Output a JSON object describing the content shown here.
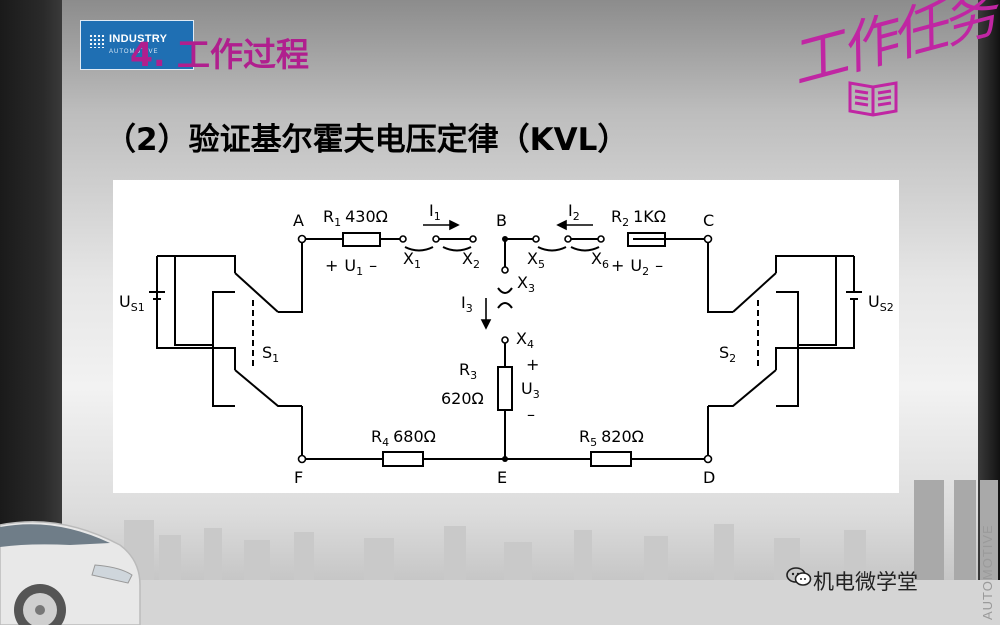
{
  "logo": {
    "title": "INDUSTRY",
    "subtitle": "AUTOMOTIVE"
  },
  "heading": "4. 工作过程",
  "stamp": "工作任务",
  "subheading": "（2）验证基尔霍夫电压定律（KVL）",
  "circuit": {
    "nodes": {
      "A": "A",
      "B": "B",
      "C": "C",
      "D": "D",
      "E": "E",
      "F": "F"
    },
    "sources": {
      "us1": "U",
      "us1_sub": "S1",
      "us2": "U",
      "us2_sub": "S2"
    },
    "switches": {
      "s1": "S",
      "s1_sub": "1",
      "s2": "S",
      "s2_sub": "2"
    },
    "resistors": {
      "r1": "R",
      "r1_sub": "1",
      "r1_value": "430Ω",
      "r2": "R",
      "r2_sub": "2",
      "r2_value": "1KΩ",
      "r3": "R",
      "r3_sub": "3",
      "r3_value": "620Ω",
      "r4": "R",
      "r4_sub": "4",
      "r4_value": "680Ω",
      "r5": "R",
      "r5_sub": "5",
      "r5_value": "820Ω"
    },
    "currents": {
      "i1": "I",
      "i1_sub": "1",
      "i2": "I",
      "i2_sub": "2",
      "i3": "I",
      "i3_sub": "3"
    },
    "voltages": {
      "u1_plus": "+",
      "u1": "U",
      "u1_sub": "1",
      "u1_minus": "–",
      "u2_plus": "+",
      "u2": "U",
      "u2_sub": "2",
      "u2_minus": "–",
      "u3_plus": "+",
      "u3": "U",
      "u3_sub": "3",
      "u3_minus": "–"
    },
    "terminals": {
      "x1": "X",
      "x1_sub": "1",
      "x2": "X",
      "x2_sub": "2",
      "x3": "X",
      "x3_sub": "3",
      "x4": "X",
      "x4_sub": "4",
      "x5": "X",
      "x5_sub": "5",
      "x6": "X",
      "x6_sub": "6"
    }
  },
  "watermark": "机电微学堂",
  "side_text": "AUTOMOTIVE"
}
